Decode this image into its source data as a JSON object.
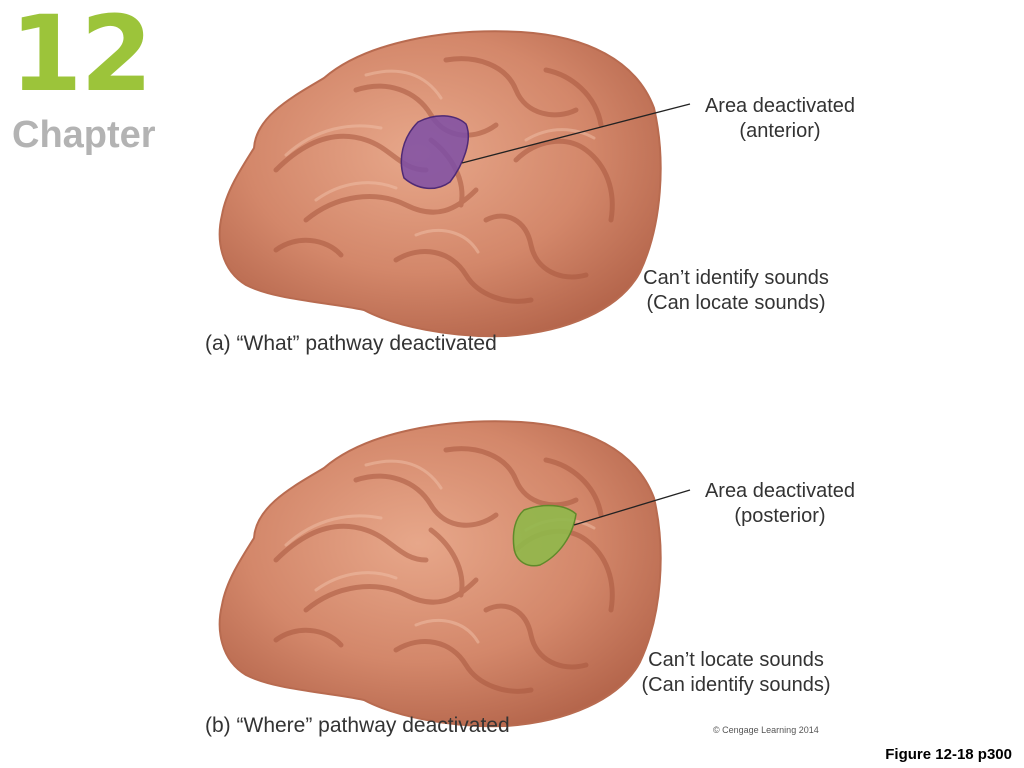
{
  "chapter": {
    "number": "12",
    "word": "Chapter"
  },
  "panel_a": {
    "area_label_line1": "Area deactivated",
    "area_label_line2": "(anterior)",
    "effect_line1": "Can’t identify sounds",
    "effect_line2": "(Can locate sounds)",
    "caption": "(a)  “What” pathway deactivated",
    "region_color": "#7d4ea6"
  },
  "panel_b": {
    "area_label_line1": "Area deactivated",
    "area_label_line2": "(posterior)",
    "effect_line1": "Can’t locate sounds",
    "effect_line2": "(Can identify sounds)",
    "caption": "(b)  “Where” pathway deactivated",
    "region_color": "#8fb84a"
  },
  "copyright": "© Cengage Learning 2014",
  "figure_ref": "Figure 12-18 p300",
  "colors": {
    "brain": "#d3876a",
    "chapter_number": "#9cc43a",
    "chapter_word": "#b3b3b3"
  }
}
